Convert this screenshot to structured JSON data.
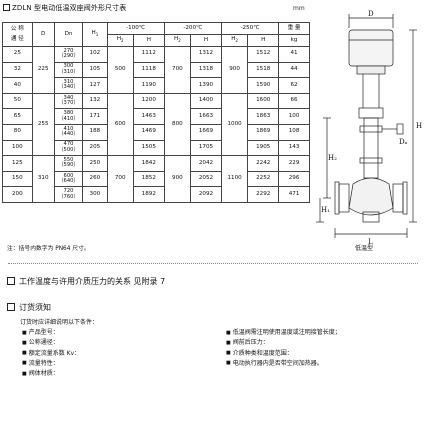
{
  "table_title": "ZDLN 型电动低温双座阀外形尺寸表",
  "unit": "mm",
  "headers": {
    "gongcheng": "公 称",
    "tongjing": "通 径",
    "D": "D",
    "Dn": "Dn",
    "H1": "H1",
    "t100": "-100℃",
    "t200": "-200℃",
    "t250": "-250℃",
    "H2": "H2",
    "H": "H",
    "zhong": "重 量",
    "kg": "kg"
  },
  "rows": [
    {
      "dn": "25",
      "d": "",
      "dnv": "270（290）",
      "h1": "102",
      "h2": "",
      "h_100": "1112",
      "h3": "",
      "h_200": "1312",
      "h4": "",
      "h_250": "1512",
      "kg": "41"
    },
    {
      "dn": "32",
      "d": "225",
      "dnv": "300（310）",
      "h1": "105",
      "h2": "500",
      "h_100": "1118",
      "h3": "700",
      "h_200": "1318",
      "h4": "900",
      "h_250": "1518",
      "kg": "44"
    },
    {
      "dn": "40",
      "d": "",
      "dnv": "310（340）",
      "h1": "127",
      "h2": "",
      "h_100": "1190",
      "h3": "",
      "h_200": "1390",
      "h4": "",
      "h_250": "1590",
      "kg": "62"
    },
    {
      "dn": "50",
      "d": "",
      "dnv": "340（370）",
      "h1": "132",
      "h2": "",
      "h_100": "1200",
      "h3": "",
      "h_200": "1400",
      "h4": "",
      "h_250": "1600",
      "kg": "66"
    },
    {
      "dn": "65",
      "d": "255",
      "dnv": "380（410）",
      "h1": "171",
      "h2": "",
      "h_100": "1463",
      "h3": "",
      "h_200": "1663",
      "h4": "",
      "h_250": "1863",
      "kg": "100"
    },
    {
      "dn": "80",
      "d": "",
      "dnv": "410（440）",
      "h1": "188",
      "h2": "600",
      "h_100": "1469",
      "h3": "800",
      "h_200": "1669",
      "h4": "1000",
      "h_250": "1869",
      "kg": "108"
    },
    {
      "dn": "100",
      "d": "",
      "dnv": "470（500）",
      "h1": "205",
      "h2": "",
      "h_100": "1505",
      "h3": "",
      "h_200": "1705",
      "h4": "",
      "h_250": "1905",
      "kg": "143"
    },
    {
      "dn": "125",
      "d": "",
      "dnv": "550（590）",
      "h1": "250",
      "h2": "",
      "h_100": "1842",
      "h3": "",
      "h_200": "2042",
      "h4": "",
      "h_250": "2242",
      "kg": "229"
    },
    {
      "dn": "150",
      "d": "310",
      "dnv": "600（640）",
      "h1": "260",
      "h2": "700",
      "h_100": "1852",
      "h3": "900",
      "h_200": "2052",
      "h4": "1100",
      "h_250": "2252",
      "kg": "296"
    },
    {
      "dn": "200",
      "d": "",
      "dnv": "720（760）",
      "h1": "300",
      "h2": "",
      "h_100": "1892",
      "h3": "",
      "h_200": "2092",
      "h4": "",
      "h_250": "2292",
      "kg": "471"
    }
  ],
  "note": "注：括号内数字为 PN64 尺寸。",
  "figure_caption": "低温型",
  "drawing_labels": {
    "D": "D",
    "H": "H",
    "H2": "H₂",
    "H1": "H₁",
    "L": "L",
    "Dn": "Dₙ"
  },
  "section1": "工作温度与许用介质压力的关系  见附录 7",
  "section2": "订货须知",
  "order_intro": "订货时应详细说明以下条件：",
  "order_left": [
    "产品型号：",
    "公称通径：",
    "额定流量系数 Kv：",
    "流量特性：",
    "阀体材质："
  ],
  "order_right": [
    "低温阀需注明使用温度或注明接管长度；",
    "阀前后压力：",
    "介质种类和温度范围：",
    "电动执行器内是否带空间加热器。"
  ]
}
